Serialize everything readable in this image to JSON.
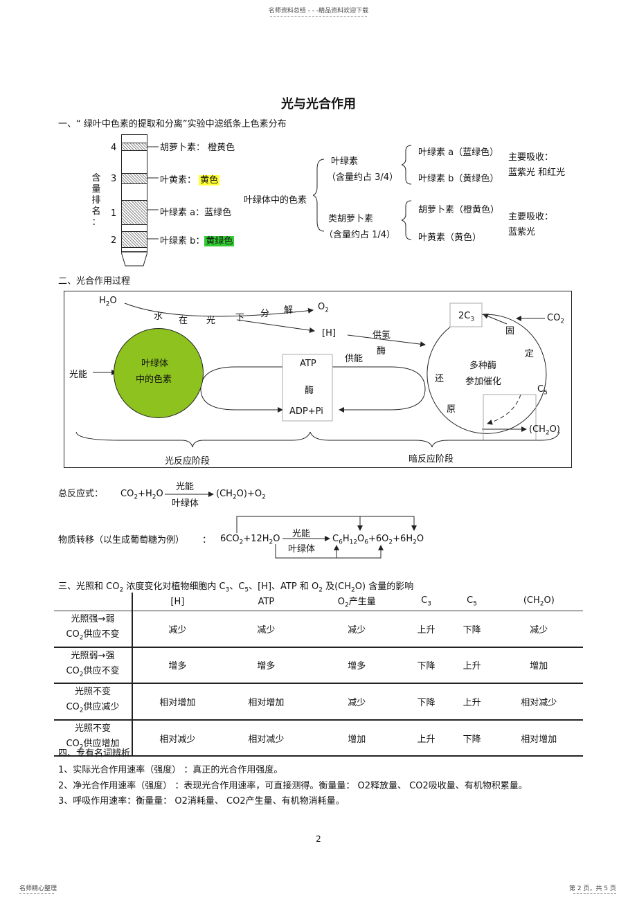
{
  "header": {
    "top_note": "名师资料总结 - - -精品资料欢迎下载",
    "footer_left": "名师精心整理",
    "footer_right": "第 2 页，共 5 页",
    "page_number": "2"
  },
  "doc": {
    "title": "光与光合作用",
    "sec1": "一、“ 绿叶中色素的提取和分离”实验中滤纸条上色素分布",
    "sec2": "二、光合作用过程",
    "sec3_prefix": "三、光照和",
    "sec3_mid": "浓度变化对植物细胞内",
    "sec3_tail": "含量的影响",
    "sec4": "四、专有名词辨析"
  },
  "strip": {
    "vertical_label": [
      "含",
      "量",
      "排",
      "名",
      "："
    ],
    "bands": [
      {
        "rank": "4",
        "name": "胡萝卜素：",
        "color": "橙黄色",
        "hl": ""
      },
      {
        "rank": "3",
        "name": "叶黄素：",
        "color": "黄色",
        "hl": "y"
      },
      {
        "rank": "1",
        "name": "叶绿素 a：",
        "color": "蓝绿色",
        "hl": ""
      },
      {
        "rank": "2",
        "name": "叶绿素 b：",
        "color": "黄绿色",
        "hl": "g"
      }
    ]
  },
  "pigments": {
    "root": "叶绿体中的色素",
    "chl": "叶绿素",
    "chl_share": "（含量约占   3/4）",
    "chl_a": "叶绿素   a（蓝绿色）",
    "chl_b": "叶绿素   b（黄绿色）",
    "chl_absorb1": "主要吸收：",
    "chl_absorb2": "蓝紫光 和红光",
    "car": "类胡萝卜素",
    "car_share": "（含量约占    1/4）",
    "car_1": "胡萝卜素（橙黄色）",
    "car_2": "叶黄素（黄色）",
    "car_absorb1": "主要吸收：",
    "car_absorb2": "蓝紫光"
  },
  "process": {
    "h2o": "H2O",
    "o2": "O2",
    "water_split": [
      "水",
      "在",
      "光",
      "下",
      "分",
      "解"
    ],
    "h": "[H]",
    "supply_h": [
      "供氢",
      "酶"
    ],
    "light": "光能",
    "chloro": [
      "叶绿体",
      "中的色素"
    ],
    "supply_energy": "供能",
    "atp": "ATP",
    "enzyme": "酶",
    "adp": "ADP+Pi",
    "c3": "2C3",
    "co2": "CO2",
    "fix": [
      "固",
      "定"
    ],
    "reduce": [
      "还",
      "原"
    ],
    "enzymes": [
      "多种酶",
      "参加催化"
    ],
    "c5": "C5",
    "ch2o": "(CH2O)",
    "light_stage": "光反应阶段",
    "dark_stage": "暗反应阶段"
  },
  "equations": {
    "overall_label": "总反应式：",
    "overall_left": "CO2+H2O",
    "overall_right": "(CH2O)+O2",
    "arrow_top": "光能",
    "arrow_bottom": "叶绿体",
    "transfer_label": "物质转移（以生成葡萄糖为例）",
    "transfer_colon": "：",
    "transfer_left": "6CO2+12H2O",
    "transfer_right": "C6H12O6+6O2+6H2O"
  },
  "effect_table": {
    "headers": [
      "[H]",
      "ATP",
      "O2产生量",
      "C3",
      "C5",
      "(CH2O)"
    ],
    "rows": [
      {
        "cond1": "光照强→弱",
        "cond2": "CO2供应不变",
        "vals": [
          "减少",
          "减少",
          "减少",
          "上升",
          "下降",
          "减少"
        ]
      },
      {
        "cond1": "光照弱→强",
        "cond2": "CO2供应不变",
        "vals": [
          "增多",
          "增多",
          "增多",
          "下降",
          "上升",
          "增加"
        ]
      },
      {
        "cond1": "光照不变",
        "cond2": "CO2供应减少",
        "vals": [
          "相对增加",
          "相对增加",
          "减少",
          "下降",
          "上升",
          "相对减少"
        ]
      },
      {
        "cond1": "光照不变",
        "cond2": "CO2供应增加",
        "vals": [
          "相对减少",
          "相对减少",
          "增加",
          "上升",
          "下降",
          "相对增加"
        ]
      }
    ]
  },
  "terms": [
    "1、实际光合作用速率（强度）   ：真正的光合作用强度。",
    "2、净光合作用速率（强度）   ：表现光合作用速率，可直接测得。衡量量：     O2释放量、 CO2吸收量、有机物积累量。",
    "3、呼吸作用速率：衡量量：   O2消耗量、 CO2产生量、有机物消耗量。"
  ],
  "colors": {
    "chlorophyll": "#8dc21f",
    "yellow_hl": "#ffff33",
    "green_hl": "#33cc33"
  }
}
